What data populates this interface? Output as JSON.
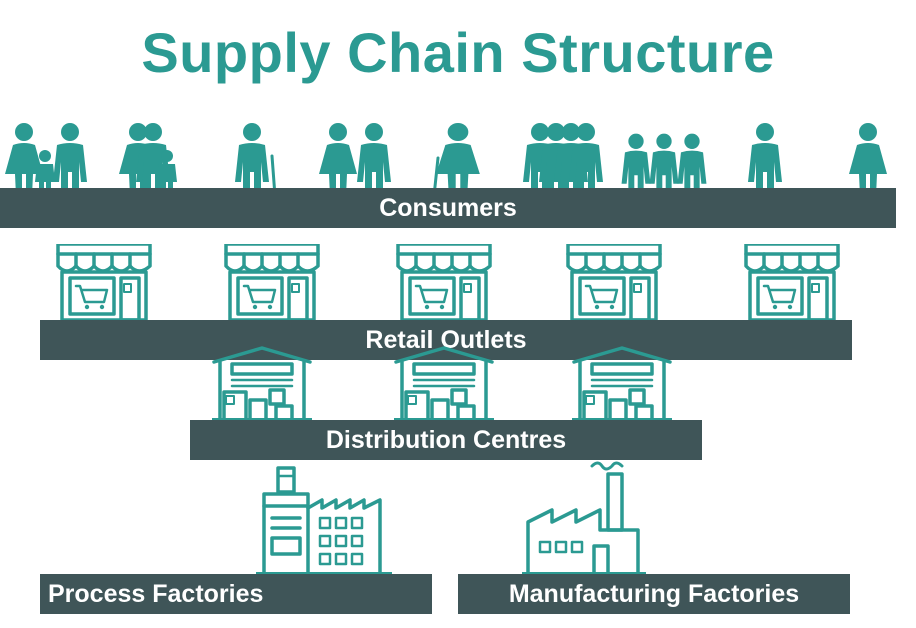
{
  "title": "Supply Chain Structure",
  "levels": [
    {
      "label": "Consumers",
      "icon": "people-icon"
    },
    {
      "label": "Retail Outlets",
      "icon": "shop-icon"
    },
    {
      "label": "Distribution Centres",
      "icon": "warehouse-icon"
    },
    {
      "label": "Process Factories",
      "icon": "process-factory-icon"
    },
    {
      "label": "Manufacturing Factories",
      "icon": "manufacturing-factory-icon"
    }
  ],
  "colors": {
    "accent": "#2b9a92",
    "bar": "#3f5558",
    "text": "#ffffff"
  }
}
